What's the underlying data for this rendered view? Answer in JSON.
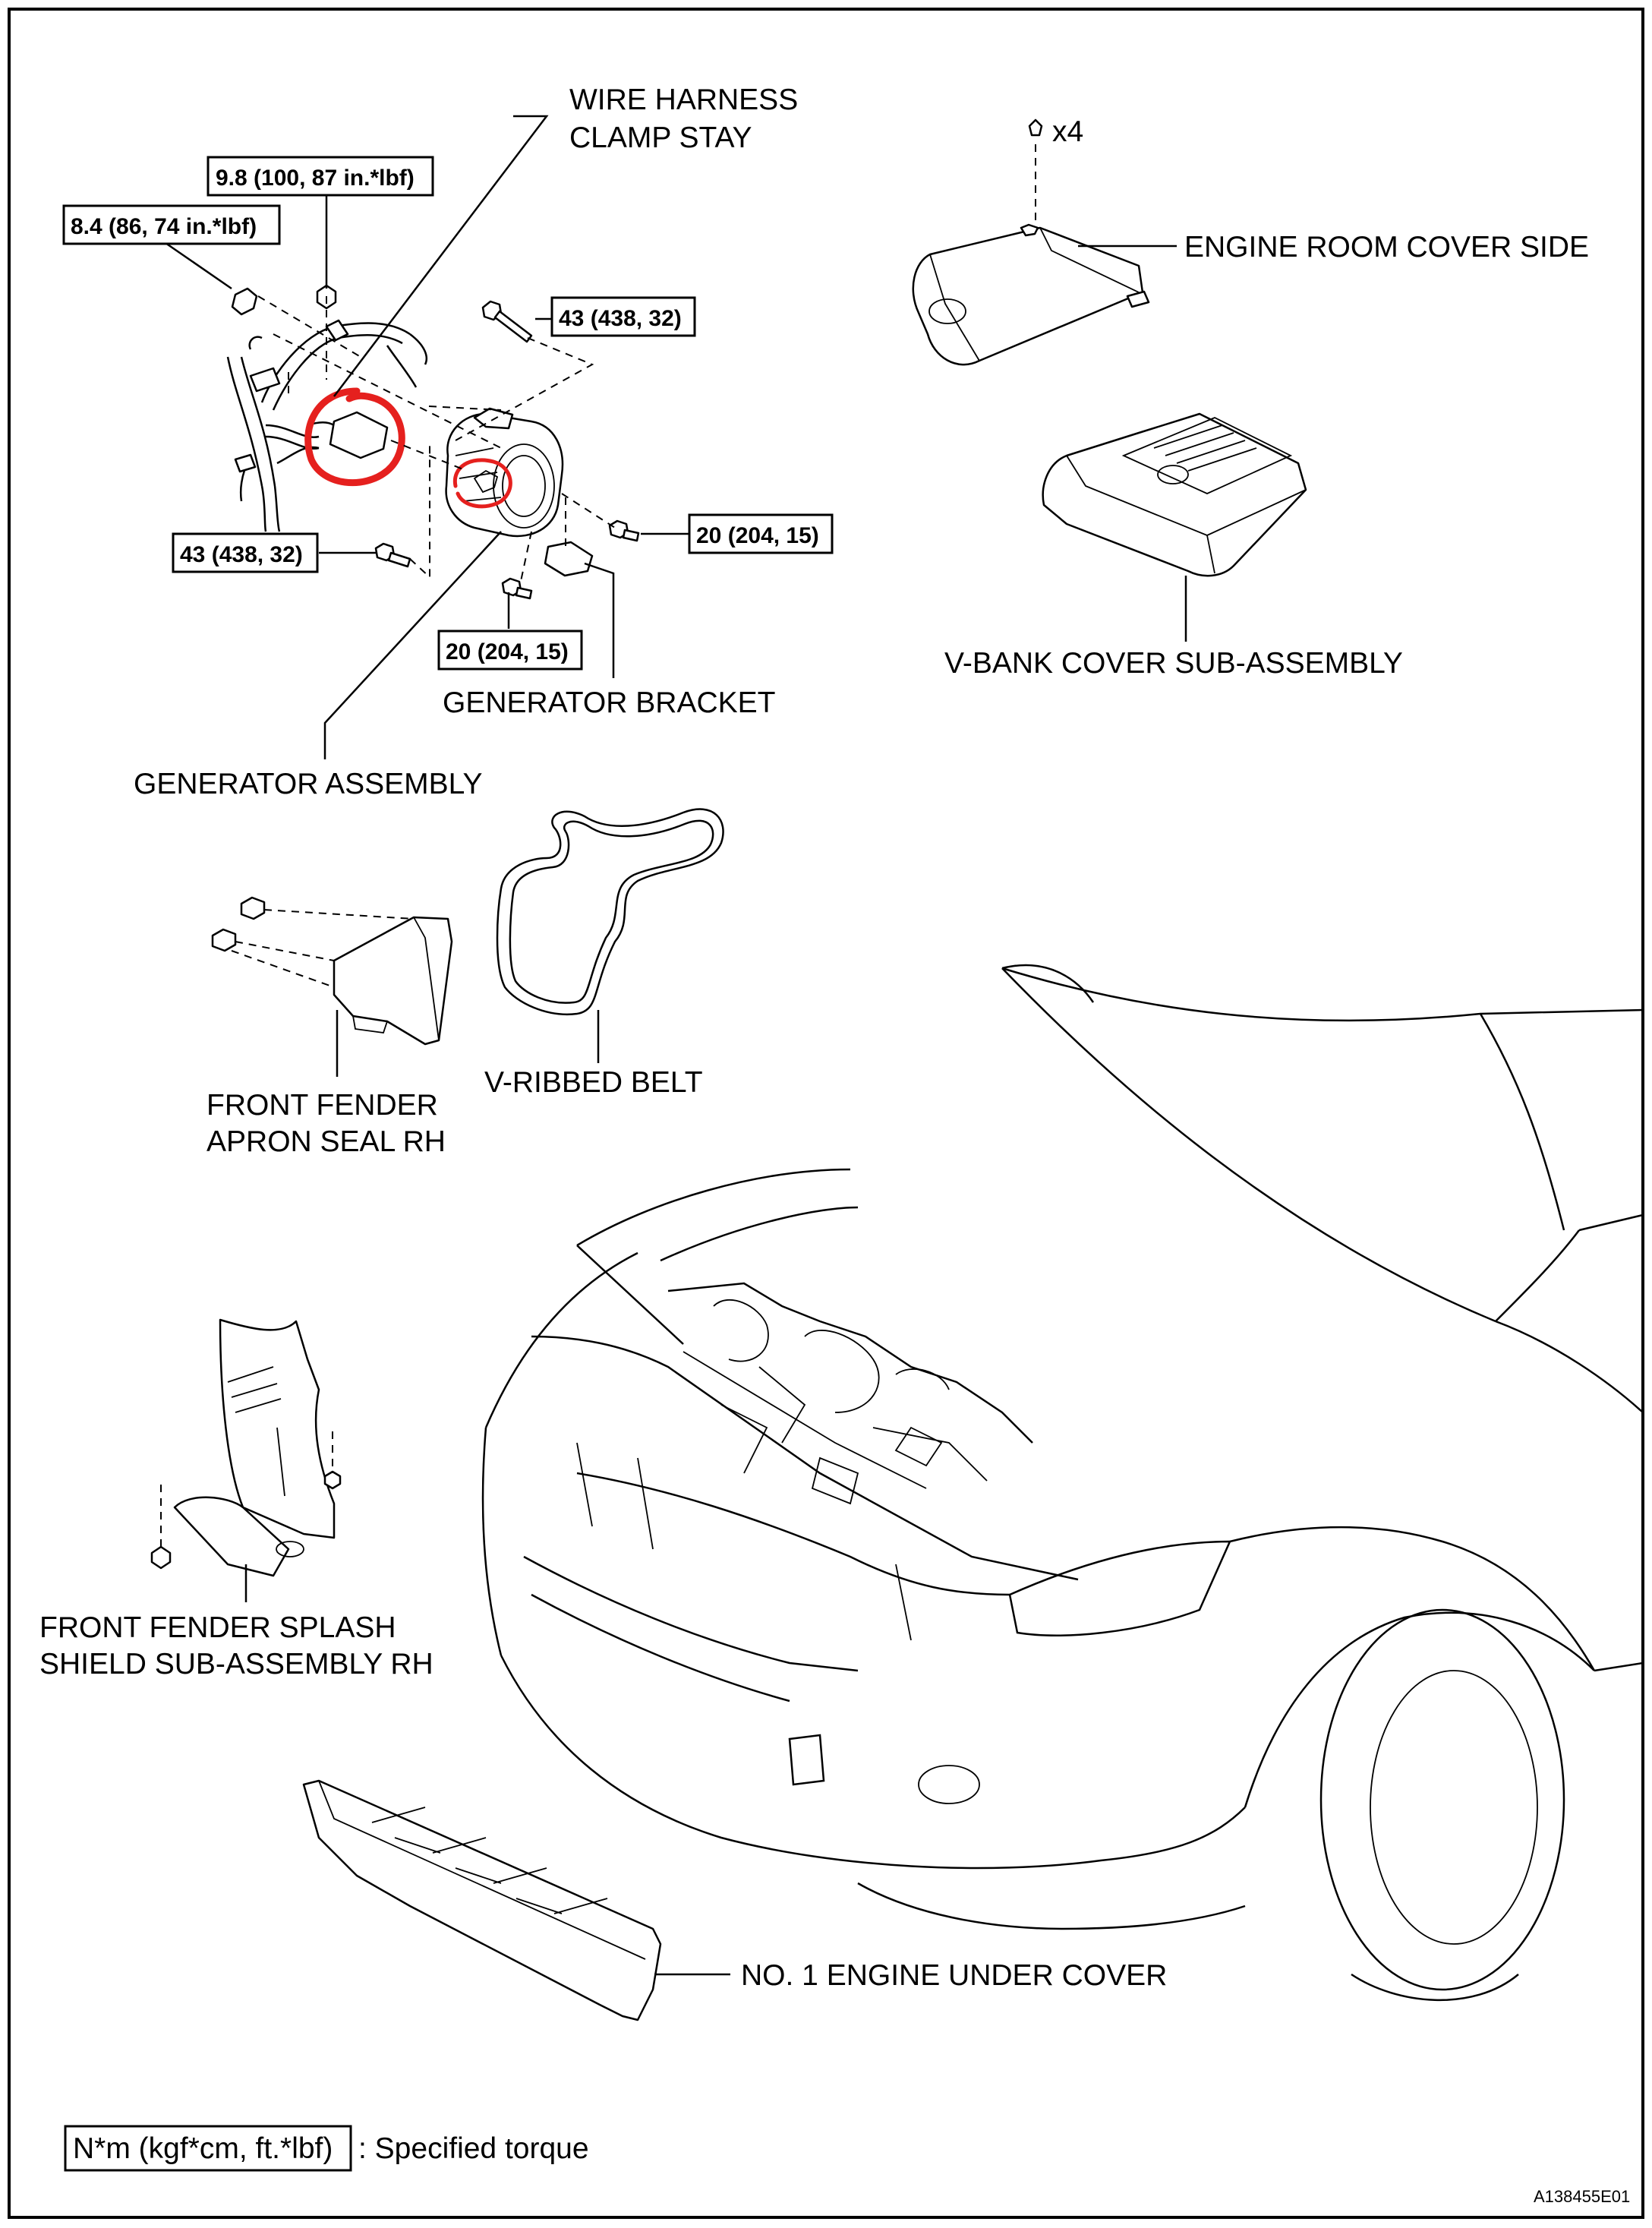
{
  "labels": {
    "wire_harness_clamp_stay": [
      "WIRE HARNESS",
      "CLAMP STAY"
    ],
    "engine_room_cover_side": "ENGINE ROOM COVER SIDE",
    "v_bank_cover": "V-BANK COVER SUB-ASSEMBLY",
    "generator_bracket": "GENERATOR BRACKET",
    "generator_assembly": "GENERATOR ASSEMBLY",
    "v_ribbed_belt": "V-RIBBED BELT",
    "front_fender_apron_seal": [
      "FRONT FENDER",
      "APRON SEAL RH"
    ],
    "front_fender_splash_shield": [
      "FRONT FENDER SPLASH",
      "SHIELD SUB-ASSEMBLY RH"
    ],
    "engine_under_cover": "NO. 1 ENGINE UNDER COVER"
  },
  "torques": {
    "clamp_bolt": "9.8 (100, 87 in.*lbf)",
    "harness_nut": "8.4 (86, 74 in.*lbf)",
    "generator_upper_bolt": "43 (438, 32)",
    "generator_lower_bolt": "43 (438, 32)",
    "bracket_bolt_right": "20 (204, 15)",
    "bracket_bolt_lower": "20 (204, 15)"
  },
  "quantity": "x4",
  "legend": {
    "unit": "N*m (kgf*cm, ft.*lbf)",
    "text": ": Specified torque"
  },
  "figure_id": "A138455E01",
  "colors": {
    "annotation": "#e5201e",
    "line": "#000000"
  }
}
